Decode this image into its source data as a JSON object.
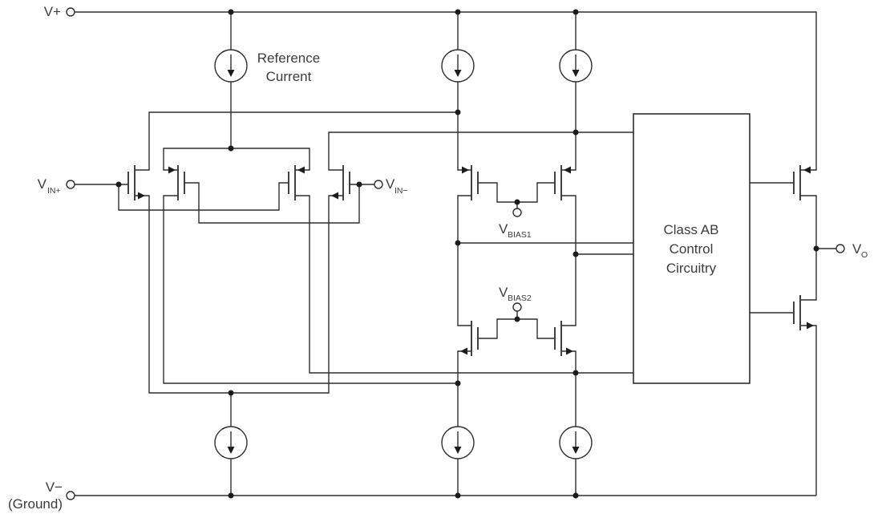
{
  "diagram": {
    "terminals": {
      "vplus": "V+",
      "vminus": "V−",
      "ground": "(Ground)",
      "vin_plus": {
        "main": "V",
        "sub": "IN+"
      },
      "vin_minus": {
        "main": "V",
        "sub": "IN−"
      },
      "vbias1": {
        "main": "V",
        "sub": "BIAS1"
      },
      "vbias2": {
        "main": "V",
        "sub": "BIAS2"
      },
      "vout": {
        "main": "V",
        "sub": "O"
      }
    },
    "annotations": {
      "reference_current": {
        "line1": "Reference",
        "line2": "Current"
      }
    },
    "blocks": {
      "class_ab": {
        "line1": "Class AB",
        "line2": "Control",
        "line3": "Circuitry"
      }
    }
  }
}
